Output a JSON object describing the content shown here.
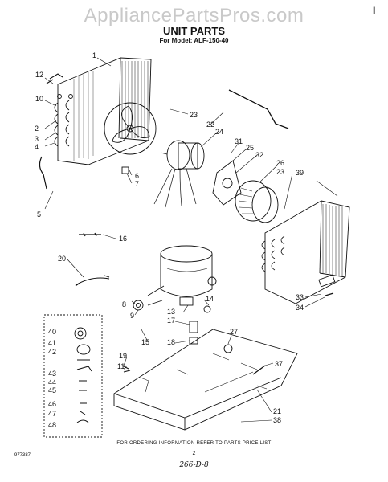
{
  "watermark": "AppliancePartsPros.com",
  "corner_mark": "I",
  "title": "UNIT PARTS",
  "subtitle": "For Model: ALF-150-40",
  "footer_note": "FOR ORDERING INFORMATION REFER TO PARTS PRICE LIST",
  "page_number": "2",
  "figure_code": "977387",
  "handwritten_note": "266-D-8",
  "callouts": [
    "1",
    "2",
    "3",
    "4",
    "5",
    "6",
    "7",
    "8",
    "9",
    "10",
    "11",
    "12",
    "13",
    "14",
    "15",
    "16",
    "17",
    "18",
    "19",
    "20",
    "21",
    "22",
    "23",
    "23",
    "24",
    "25",
    "26",
    "27",
    "31",
    "32",
    "33",
    "34",
    "37",
    "38",
    "39",
    "40",
    "41",
    "42",
    "43",
    "44",
    "45",
    "46",
    "47",
    "48"
  ],
  "colors": {
    "ink": "#111111",
    "watermark": "#c9c9c9",
    "background": "#ffffff"
  }
}
